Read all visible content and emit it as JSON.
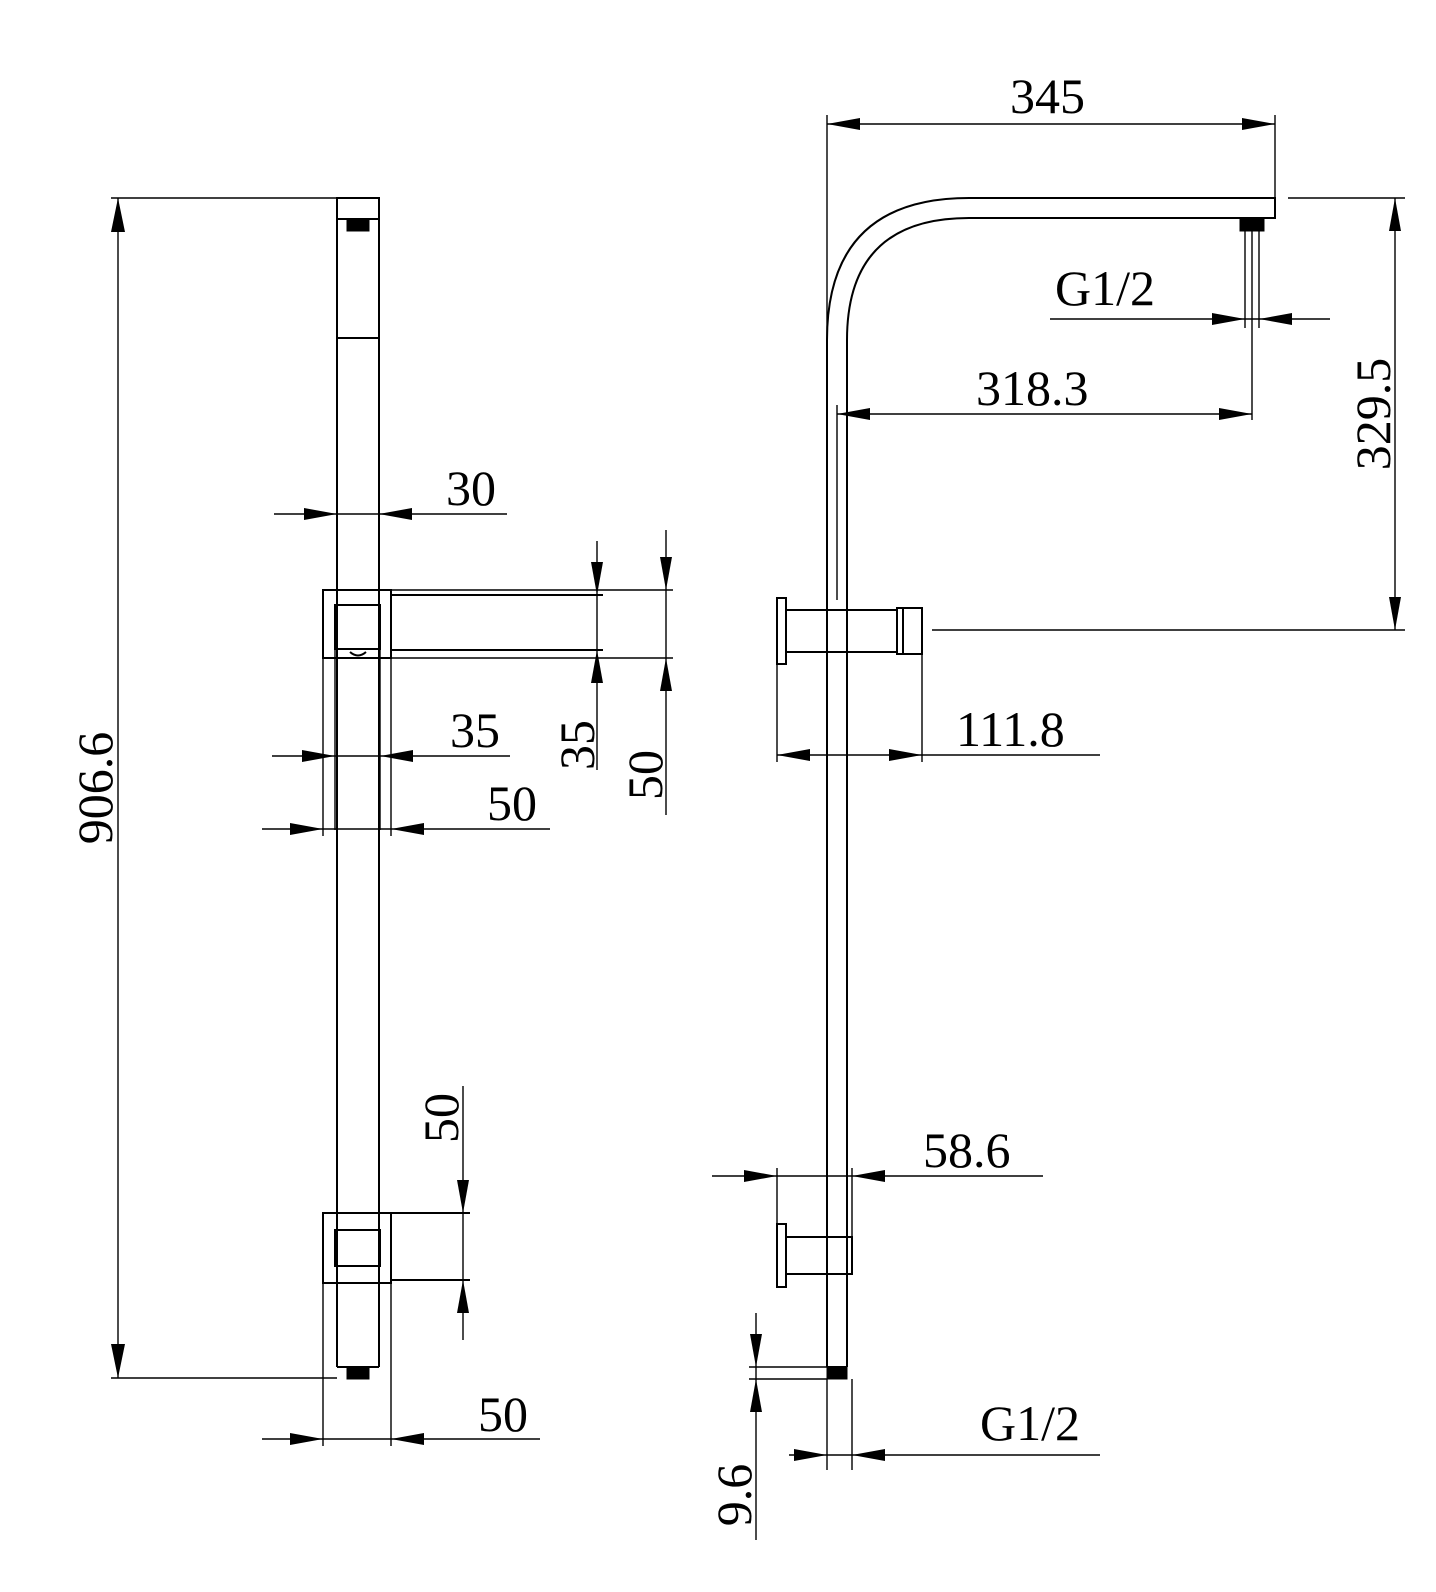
{
  "dimensions": {
    "overall_height": "906.6",
    "rail_width": "30",
    "bracket_inner": "35",
    "bracket_outer": "50",
    "bracket_height_inner": "35",
    "bracket_height_outer": "50",
    "lower_bracket_height": "50",
    "bottom_width": "50",
    "arm_reach": "345",
    "shower_offset": "318.3",
    "arm_height": "329.5",
    "top_thread": "G1/2",
    "holder_projection": "111.8",
    "lower_projection": "58.6",
    "inlet_height": "9.6",
    "bottom_thread": "G1/2"
  }
}
